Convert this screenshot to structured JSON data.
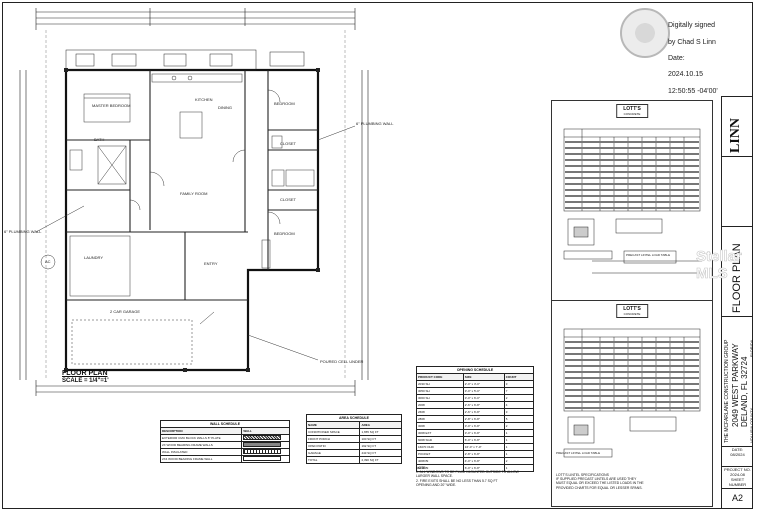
{
  "signature": {
    "lines": [
      "Digitally signed",
      "by Chad S Linn",
      "Date:",
      "2024.10.15",
      "12:50:55 -04'00'"
    ]
  },
  "floor_plan": {
    "title": "FLOOR PLAN",
    "scale": "SCALE = 1/4\"=1'"
  },
  "rooms": {
    "master_bedroom": "MASTER BEDROOM",
    "kitchen": "KITCHEN",
    "dining": "DINING",
    "bedroom_2": "BEDROOM",
    "bedroom_3": "BEDROOM",
    "family_room": "FAMILY ROOM",
    "bath": "BATH",
    "closet_1": "CLOSET",
    "closet_2": "CLOSET",
    "laundry": "LAUNDRY",
    "garage": "2 CAR GARAGE",
    "porch": "ENTRY",
    "ac": "AC"
  },
  "callouts": {
    "plumbing_wall_1": "6\" PLUMBING WALL",
    "plumbing_wall_2": "6\" PLUMBING WALL",
    "poured_cell": "POURED CELL UNDER"
  },
  "wall_schedule": {
    "title": "WALL SCHEDULE",
    "headers": [
      "DESCRIPTION",
      "WALL"
    ],
    "rows": [
      [
        "EXTERIOR CMU BLOCK WALLS 8\" PLATE",
        ""
      ],
      [
        "2X WOOD BEARING FRAME WALLS",
        ""
      ],
      [
        "WALL INSULATED",
        ""
      ],
      [
        "2X4 WOOD BEARING FRAME WALL",
        ""
      ]
    ]
  },
  "area_schedule": {
    "title": "AREA SCHEDULE",
    "headers": [
      "NAME",
      "AREA"
    ],
    "rows": [
      [
        "CONDITIONED SPACE",
        "1,655 SQ FT"
      ],
      [
        "FRONT PORCH",
        "100 SQ FT"
      ],
      [
        "OPEN PATIO",
        "192 SQ FT"
      ],
      [
        "GARAGE",
        "443 SQ FT"
      ],
      [
        "TOTAL",
        "2,390 SQ FT"
      ]
    ]
  },
  "opening_schedule": {
    "title": "OPENING SCHEDULE",
    "headers": [
      "PRODUCT CODE",
      "SIZE",
      "COUNT"
    ],
    "rows": [
      [
        "2030 SH",
        "2'-0\" x 3'-0\"",
        "3"
      ],
      [
        "3050 SH",
        "3'-0\" x 5'-0\"",
        "7"
      ],
      [
        "3060 SH",
        "3'-0\" x 6'-0\"",
        "2"
      ],
      [
        "2068",
        "2'-6\" x 6'-8\"",
        "4"
      ],
      [
        "2668",
        "2'-6\" x 6'-8\"",
        "3"
      ],
      [
        "2868",
        "2'-8\" x 6'-8\"",
        "5"
      ],
      [
        "3068",
        "3'-0\" x 6'-8\"",
        "2"
      ],
      [
        "3068 EXT",
        "3'-0\" x 6'-8\"",
        "1"
      ],
      [
        "6068 SGD",
        "6'-0\" x 6'-8\"",
        "1"
      ],
      [
        "16070 OHD",
        "16'-0\" x 7'-0\"",
        "1"
      ],
      [
        "POCKET",
        "2'-8\" x 6'-8\"",
        "1"
      ],
      [
        "4068 BI",
        "4'-0\" x 6'-8\"",
        "2"
      ],
      [
        "6068 BI",
        "6'-0\" x 6'-8\"",
        "1"
      ]
    ],
    "notes": [
      "NOTE:",
      "1. ALL WINDOWS TO BE FLUSH MOUNTED OUTSIDE TO ALLOW",
      "LARGER WALL SPACE.",
      "2. FIRE EXITS SHALL BE NO LESS THAN 5.7 SQ FT",
      "OPENING AND 20\" WIDE."
    ]
  },
  "lotts_1": {
    "name": "LOTT'S",
    "subtitle": "CONCRETE",
    "table_title": "PRECAST LINTEL LOAD TABLE"
  },
  "lotts_2": {
    "name": "LOTT'S",
    "subtitle": "CONCRETE",
    "table_title": "PRECAST LINTEL LOAD TABLE",
    "notes": [
      "LOTT'S LINTEL SPECIFICATIONS",
      "IF SUPPLIED PRECAST LINTELS ARE USED THEY",
      "MUST EQUAL OR EXCEED THE LISTED LOADS IN THE",
      "PROVIDED CHARTS FOR EQUAL OR LESSER SPANS."
    ]
  },
  "title_block": {
    "company": "LINN",
    "sheet_title": "FLOOR PLAN",
    "project": "THE MCFARLANE CONSTRUCTION GROUP",
    "address_1": "2049 WEST PARKWAY",
    "address_2": "DELAND, FL 32724",
    "county": "VOLUSIA COUNTY",
    "state": "FLORIDA",
    "date_label": "DATE:",
    "date": "08/2024",
    "project_no_label": "PROJECT NO.",
    "project_no": "2024-08",
    "sheet_number_label": "SHEET NUMBER",
    "sheet_number": "A2"
  },
  "watermark": "Stellar MLS"
}
